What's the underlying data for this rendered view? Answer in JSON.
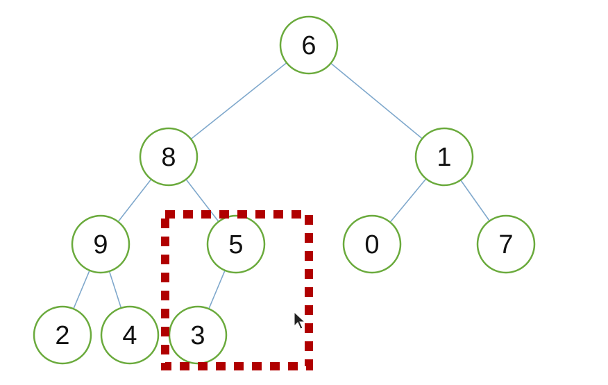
{
  "tree": {
    "nodes": [
      {
        "id": "n6",
        "value": "6"
      },
      {
        "id": "n8",
        "value": "8"
      },
      {
        "id": "n1",
        "value": "1"
      },
      {
        "id": "n9",
        "value": "9"
      },
      {
        "id": "n5",
        "value": "5"
      },
      {
        "id": "n0",
        "value": "0"
      },
      {
        "id": "n7",
        "value": "7"
      },
      {
        "id": "n2",
        "value": "2"
      },
      {
        "id": "n4",
        "value": "4"
      },
      {
        "id": "n3",
        "value": "3"
      }
    ],
    "edges": [
      [
        "n6",
        "n8"
      ],
      [
        "n6",
        "n1"
      ],
      [
        "n8",
        "n9"
      ],
      [
        "n8",
        "n5"
      ],
      [
        "n1",
        "n0"
      ],
      [
        "n1",
        "n7"
      ],
      [
        "n9",
        "n2"
      ],
      [
        "n9",
        "n4"
      ],
      [
        "n5",
        "n3"
      ]
    ],
    "highlight": {
      "covers": [
        "n5",
        "n3"
      ]
    }
  },
  "colors": {
    "node_stroke": "#6aaa3c",
    "edge": "#7fa8cc",
    "highlight": "#b00000",
    "background": "#ffffff"
  },
  "icons": {
    "cursor": "mouse-pointer-icon"
  }
}
